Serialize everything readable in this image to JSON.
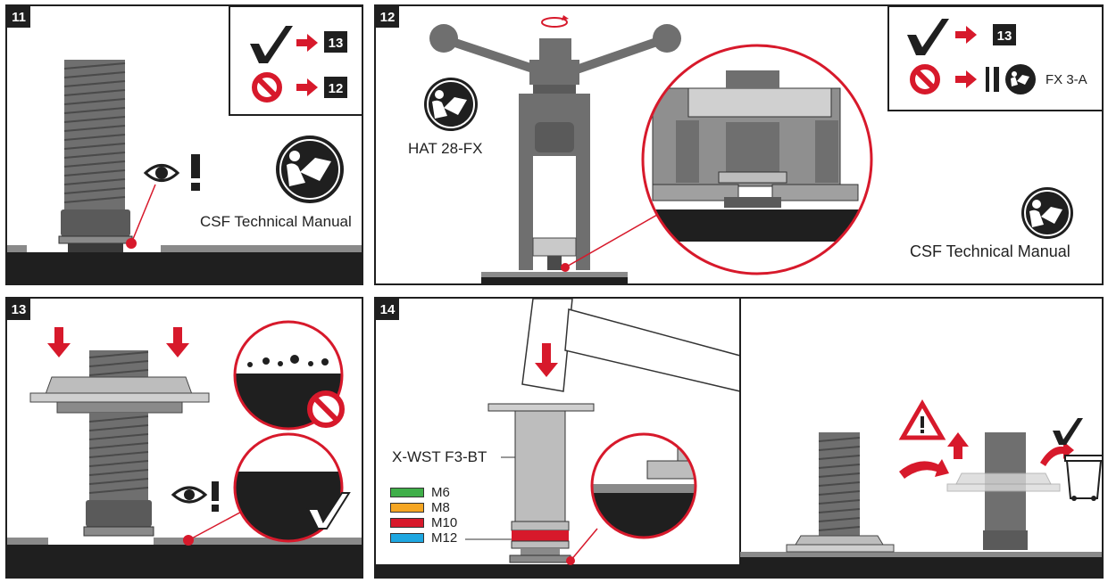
{
  "panels": [
    {
      "step": "11",
      "refs": [
        "13",
        "12"
      ],
      "manual_label": "CSF Technical Manual"
    },
    {
      "step": "12",
      "tool_label": "HAT 28-FX",
      "refs": [
        "13"
      ],
      "alt_ref_label": "FX 3-A",
      "manual_label": "CSF Technical Manual"
    },
    {
      "step": "13"
    },
    {
      "step": "14",
      "tool_label": "X-WST F3-BT",
      "legend": [
        {
          "label": "M6",
          "color": "#3fae49"
        },
        {
          "label": "M8",
          "color": "#f5a623"
        },
        {
          "label": "M10",
          "color": "#d7192b"
        },
        {
          "label": "M12",
          "color": "#1ea7e1"
        }
      ]
    }
  ],
  "colors": {
    "accent_red": "#d7192b",
    "dark": "#1f1f1f",
    "thread_gray": "#6f6f6f",
    "light_gray": "#bdbdbd"
  },
  "icons": [
    "check-icon",
    "prohibit-icon",
    "arrow-right-icon",
    "read-manual-icon",
    "eye-icon",
    "exclamation-icon",
    "rotate-icon",
    "warning-icon",
    "trash-bin-icon",
    "wrench-icon"
  ]
}
